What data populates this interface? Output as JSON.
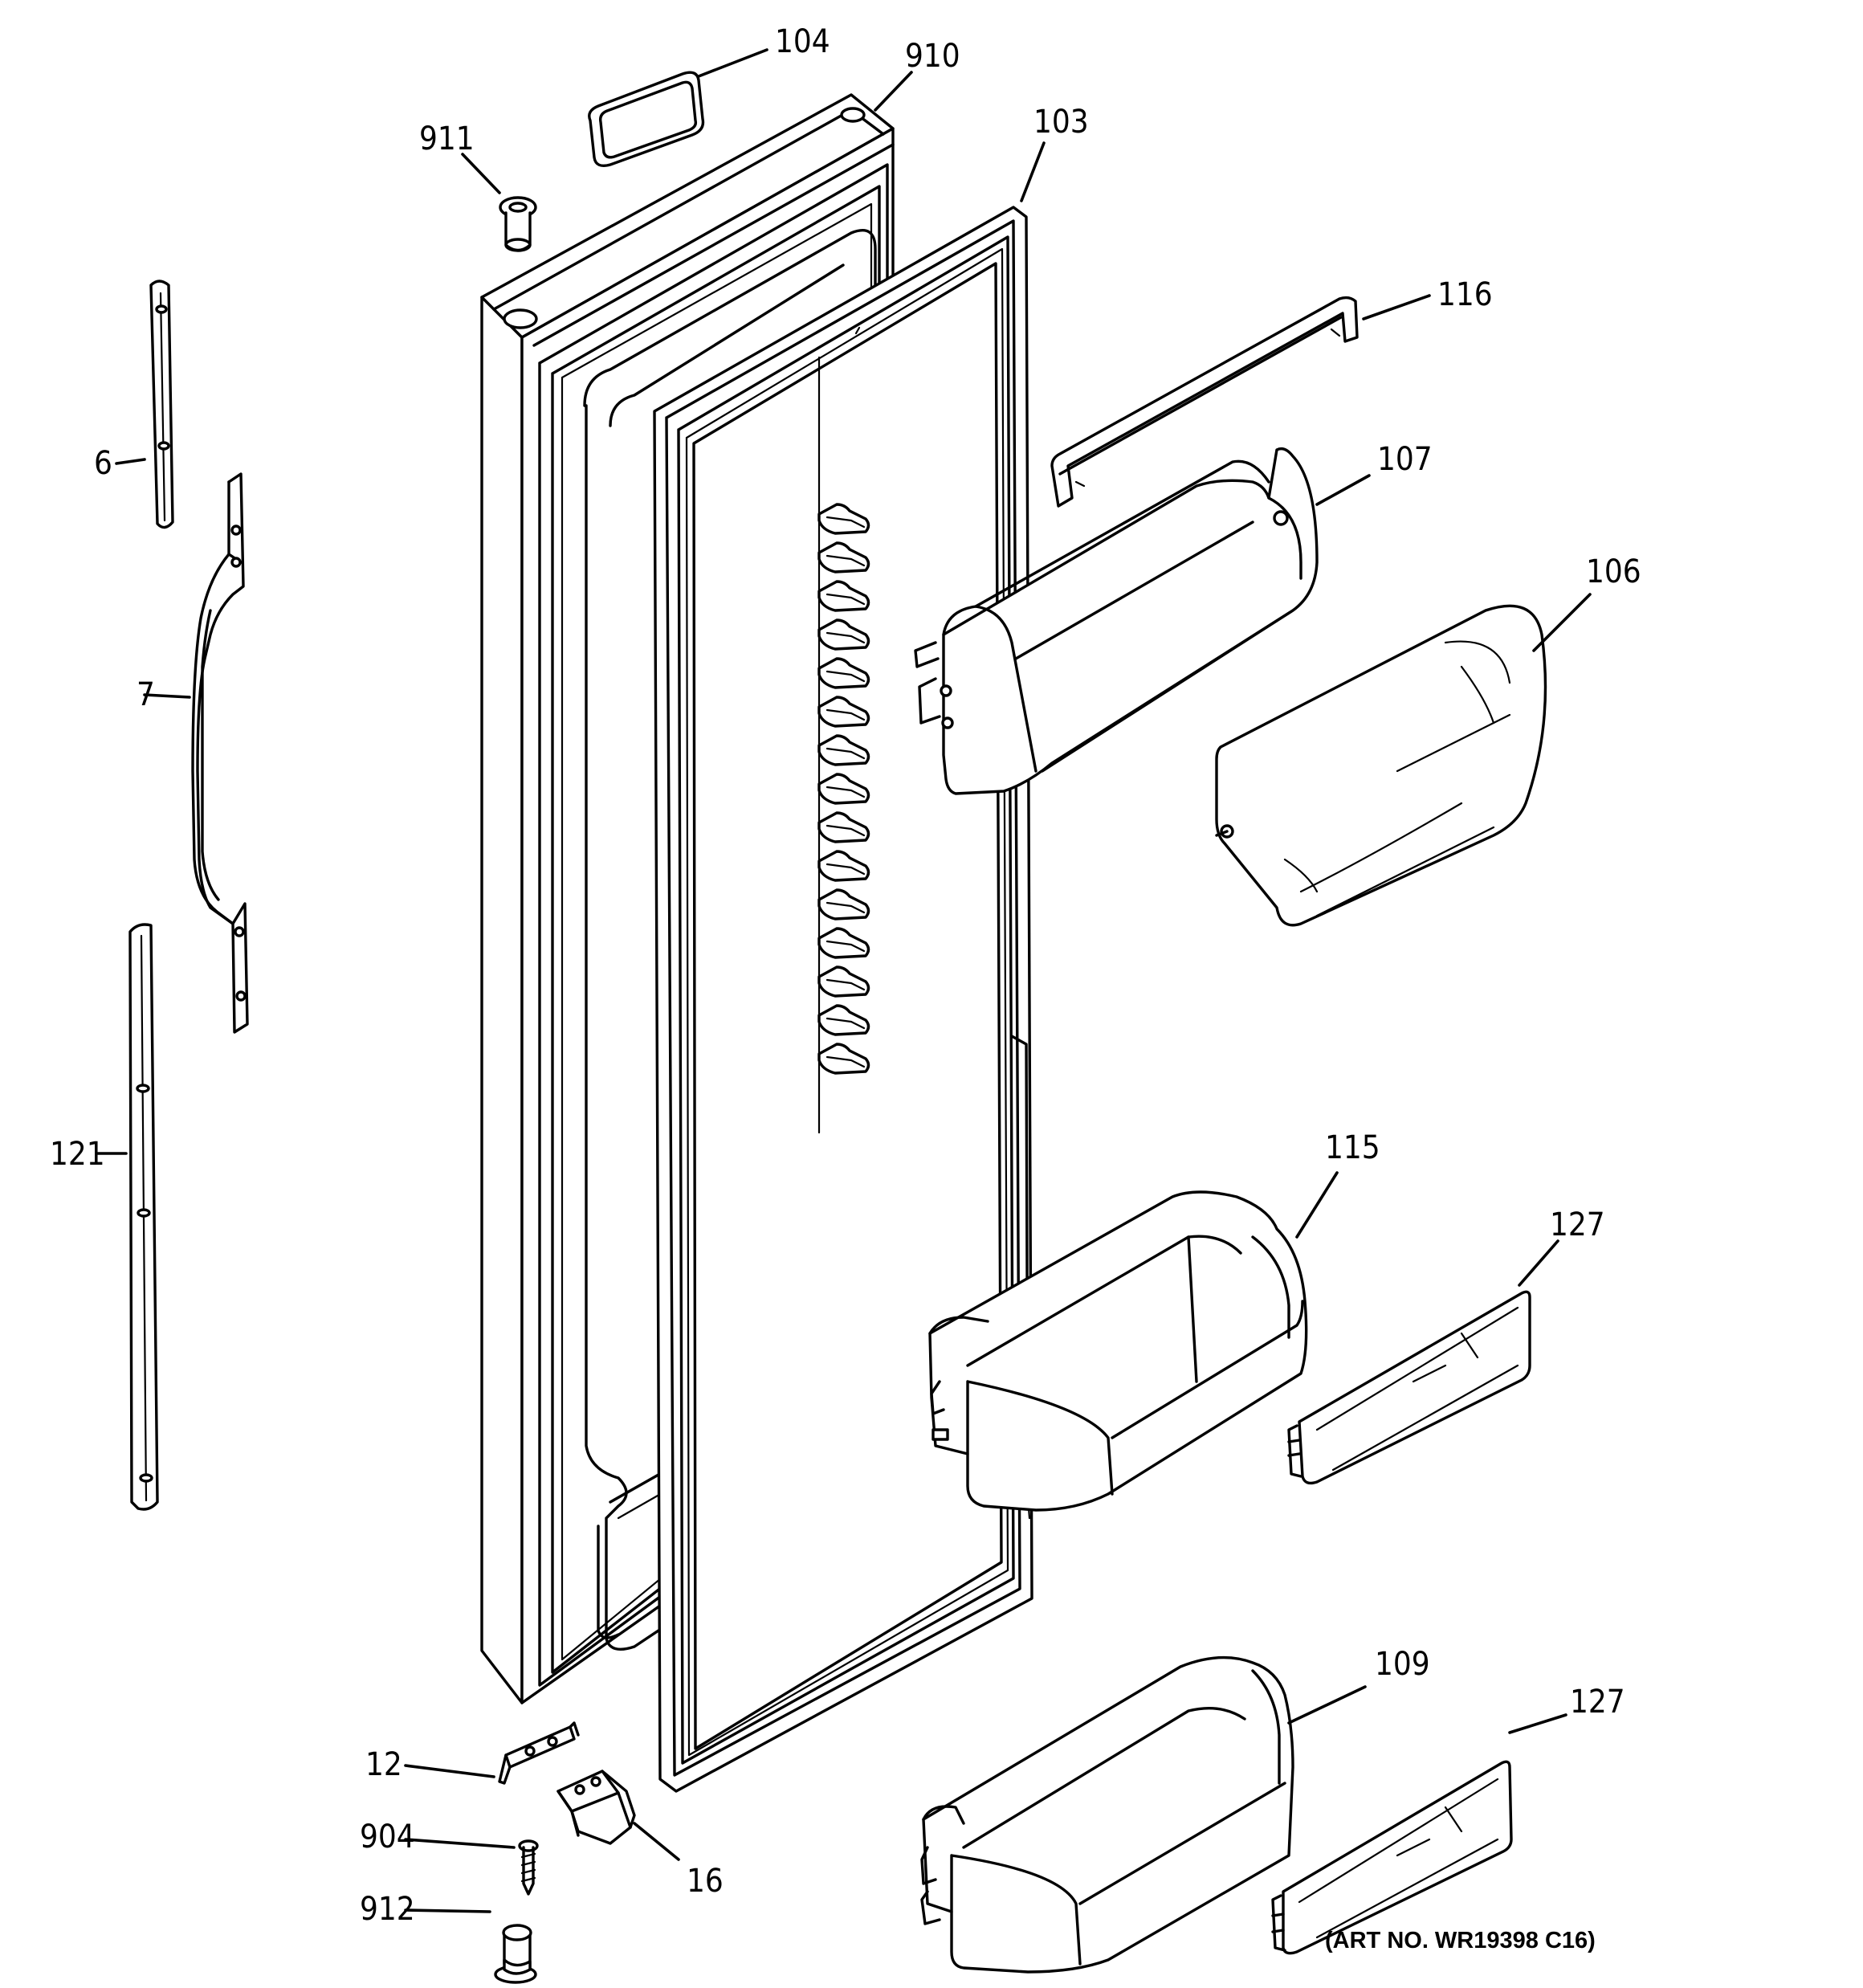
{
  "diagram": {
    "callouts": {
      "p104": "104",
      "p910": "910",
      "p911": "911",
      "p103": "103",
      "p116": "116",
      "p6": "6",
      "p107": "107",
      "p106": "106",
      "p7": "7",
      "p121": "121",
      "p115": "115",
      "p127a": "127",
      "p109": "109",
      "p127b": "127",
      "p12": "12",
      "p904": "904",
      "p16": "16",
      "p912": "912"
    },
    "art_number": "(ART NO. WR19398 C16)"
  }
}
